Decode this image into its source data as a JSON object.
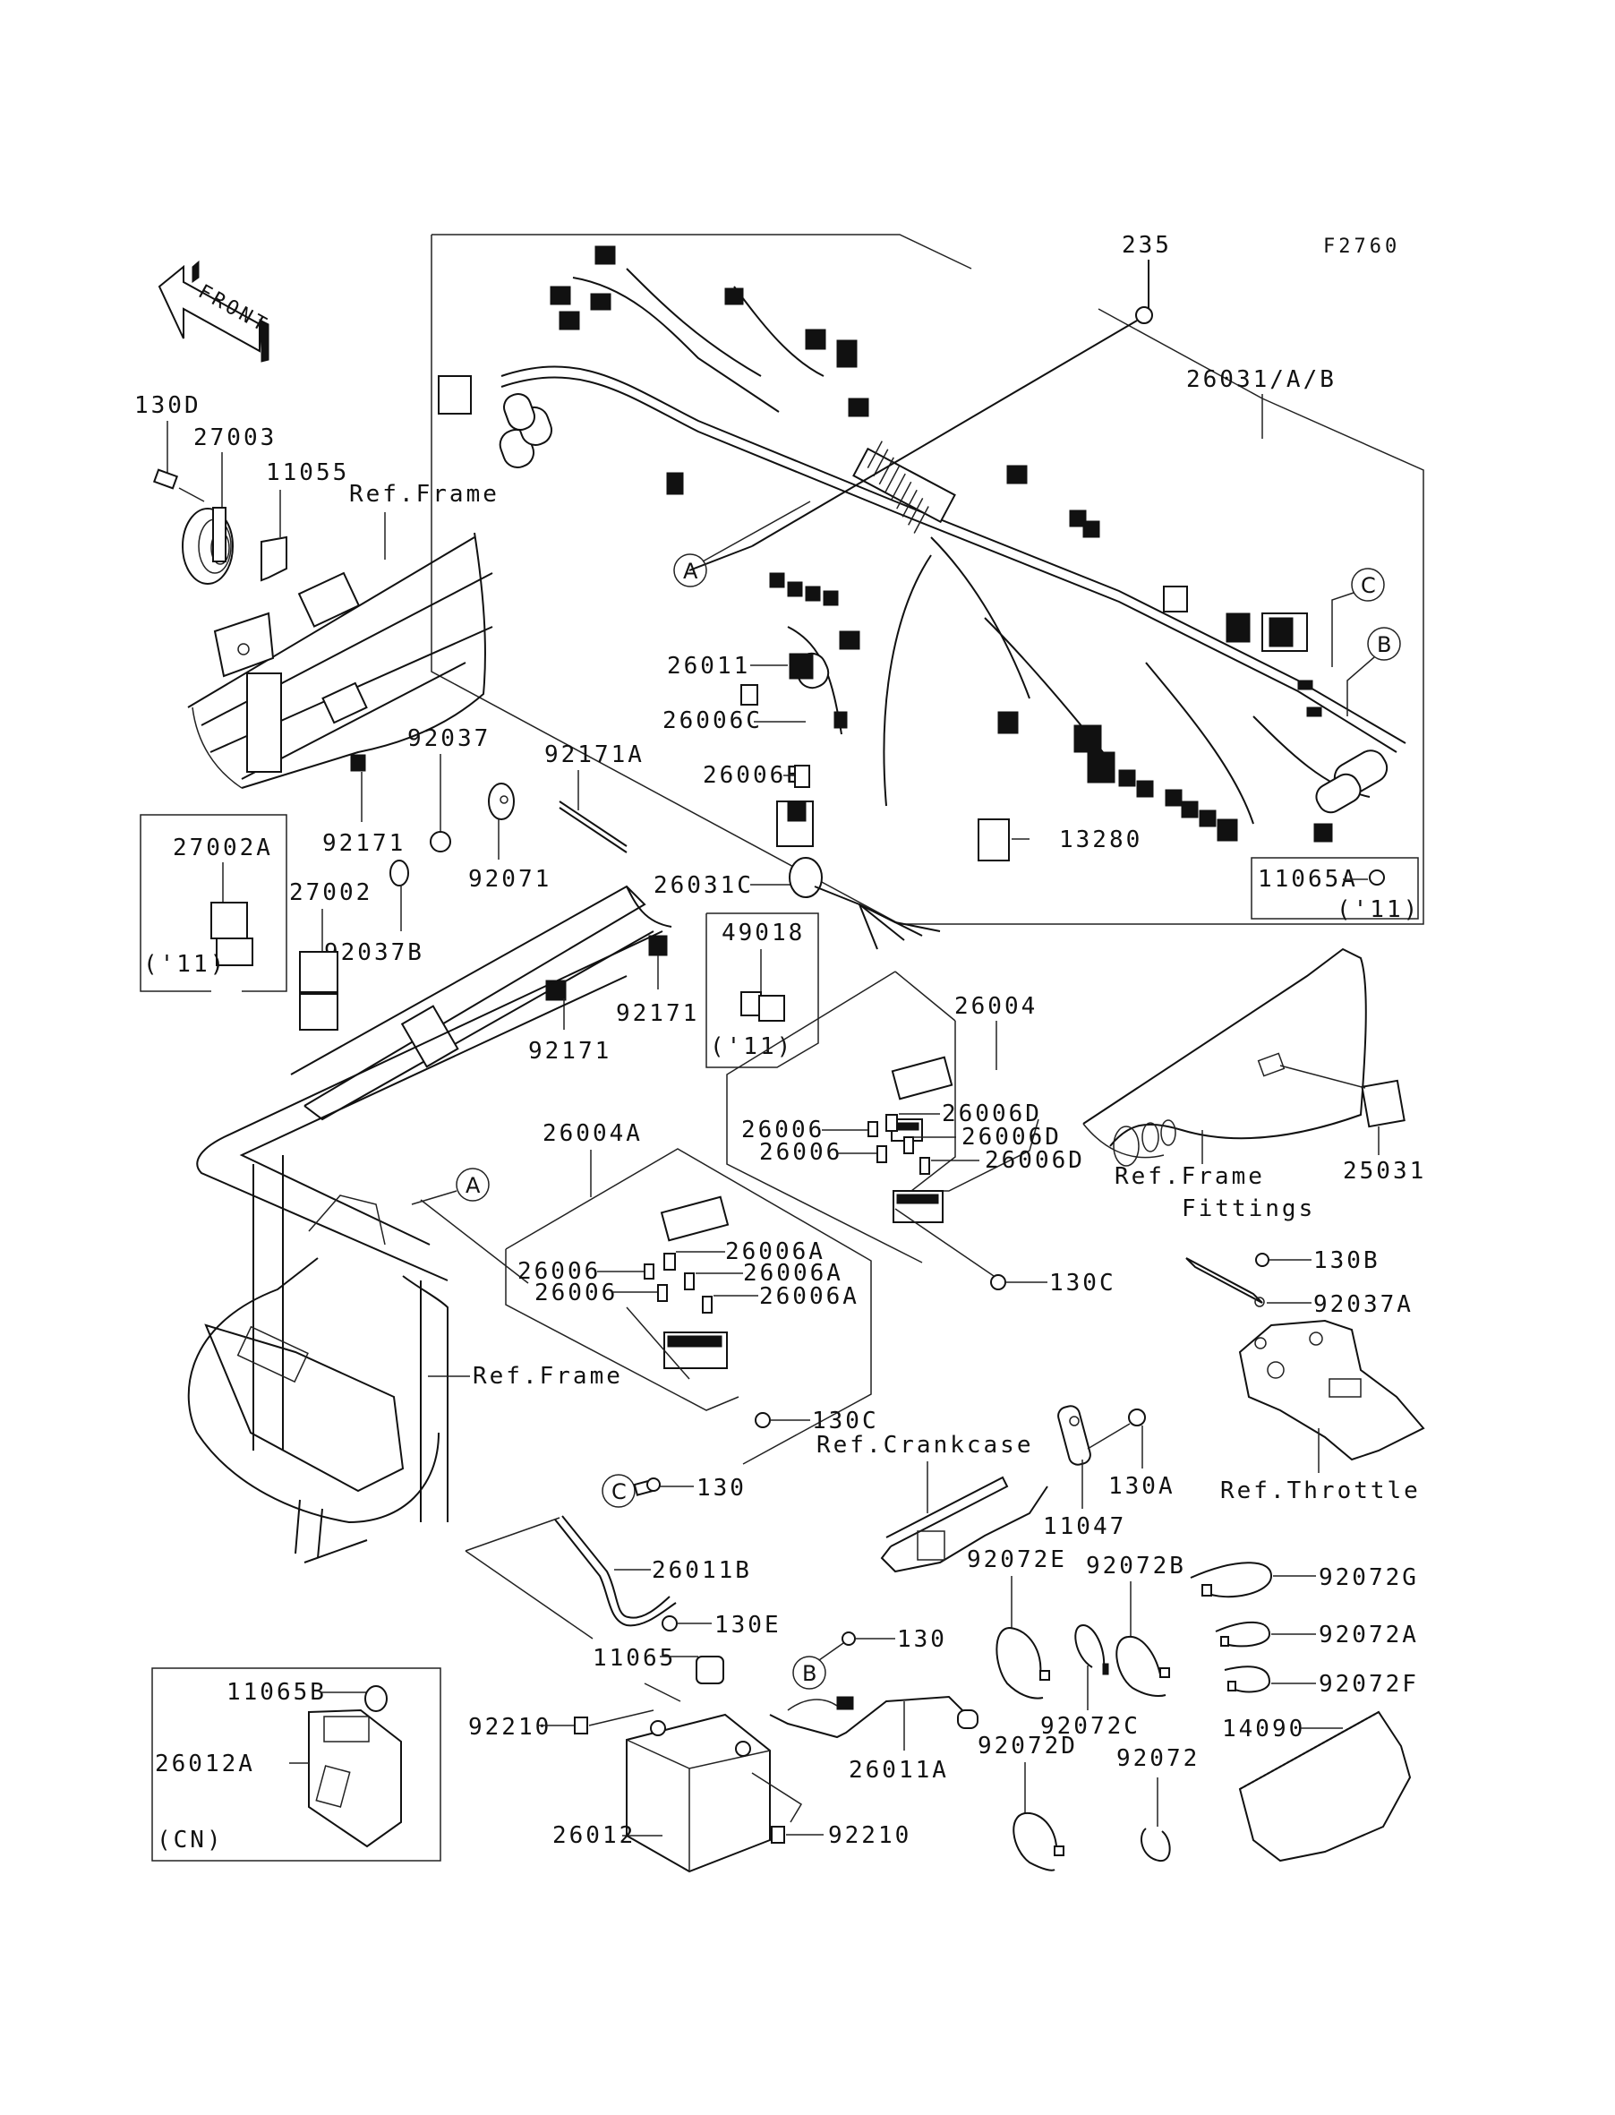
{
  "figure_id": "F2760",
  "front_arrow": {
    "label": "FRONT"
  },
  "reference_markers": [
    "A",
    "B",
    "C"
  ],
  "parts": {
    "p235": "235",
    "p26031AB": "26031/A/B",
    "p130D": "130D",
    "p27003": "27003",
    "p11055": "11055",
    "ref_frame_top": "Ref.Frame",
    "p26011": "26011",
    "p26006C": "26006C",
    "p26006B": "26006B",
    "p13280": "13280",
    "p11065A": "11065A",
    "p11065A_note": "('11)",
    "p92171_a": "92171",
    "p92037": "92037",
    "p92071": "92071",
    "p92171A": "92171A",
    "p27002A": "27002A",
    "p27002A_note": "('11)",
    "p27002": "27002",
    "p92037B": "92037B",
    "p26031C": "26031C",
    "p49018": "49018",
    "p49018_note": "('11)",
    "p92171_b": "92171",
    "p92171_c": "92171",
    "p26004": "26004",
    "p26006_d1": "26006",
    "p26006_d2": "26006",
    "p26006D_1": "26006D",
    "p26006D_2": "26006D",
    "p26006D_3": "26006D",
    "ref_frame_fittings_1": "Ref.Frame",
    "ref_frame_fittings_2": "Fittings",
    "p25031": "25031",
    "p26004A": "26004A",
    "p26006_a1": "26006",
    "p26006_a2": "26006",
    "p26006A_1": "26006A",
    "p26006A_2": "26006A",
    "p26006A_3": "26006A",
    "p130C_1": "130C",
    "p130B": "130B",
    "p92037A": "92037A",
    "ref_frame_mid": "Ref.Frame",
    "p130C_2": "130C",
    "ref_crankcase": "Ref.Crankcase",
    "p11047": "11047",
    "p130A": "130A",
    "ref_throttle": "Ref.Throttle",
    "p130_1": "130",
    "p26011B": "26011B",
    "p130E": "130E",
    "p11065": "11065",
    "p130_2": "130",
    "p92210_1": "92210",
    "p26011A": "26011A",
    "p26012": "26012",
    "p92210_2": "92210",
    "p11065B": "11065B",
    "p26012A": "26012A",
    "cn_note": "(CN)",
    "p92072E": "92072E",
    "p92072B": "92072B",
    "p92072G": "92072G",
    "p92072A": "92072A",
    "p92072F": "92072F",
    "p92072C": "92072C",
    "p92072D": "92072D",
    "p92072": "92072",
    "p14090": "14090"
  }
}
